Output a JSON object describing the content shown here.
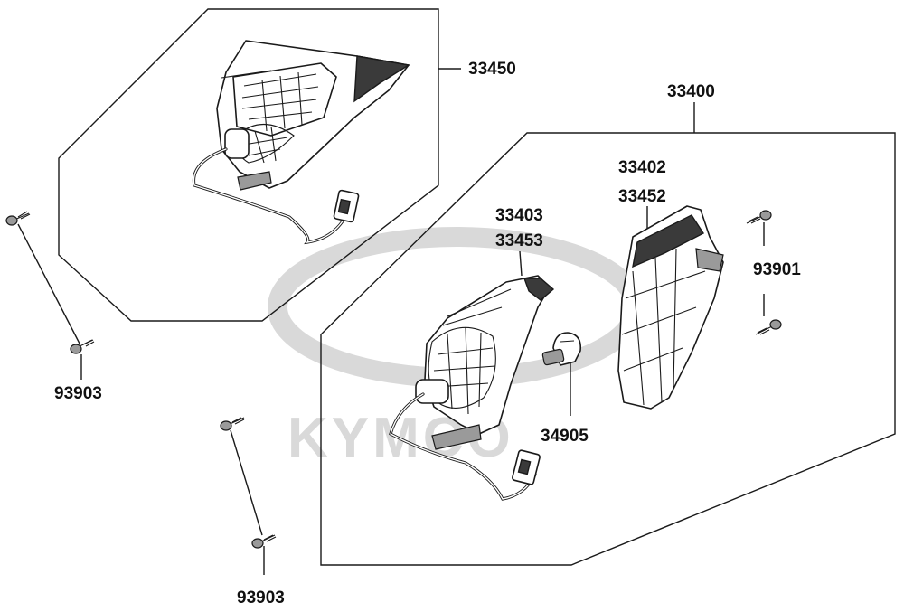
{
  "watermark": {
    "brand": "KYMCO"
  },
  "labels": {
    "rear_lamp_assy": "33450",
    "lamp_assy": "33400",
    "lens_a": "33402",
    "lens_b": "33452",
    "housing_a": "33403",
    "housing_b": "33453",
    "screw_right": "93901",
    "bulb": "34905",
    "screw_left_top": "93903",
    "screw_left_bottom": "93903"
  },
  "colors": {
    "line": "#1a1a1a",
    "watermark": "#d9d9d9"
  }
}
